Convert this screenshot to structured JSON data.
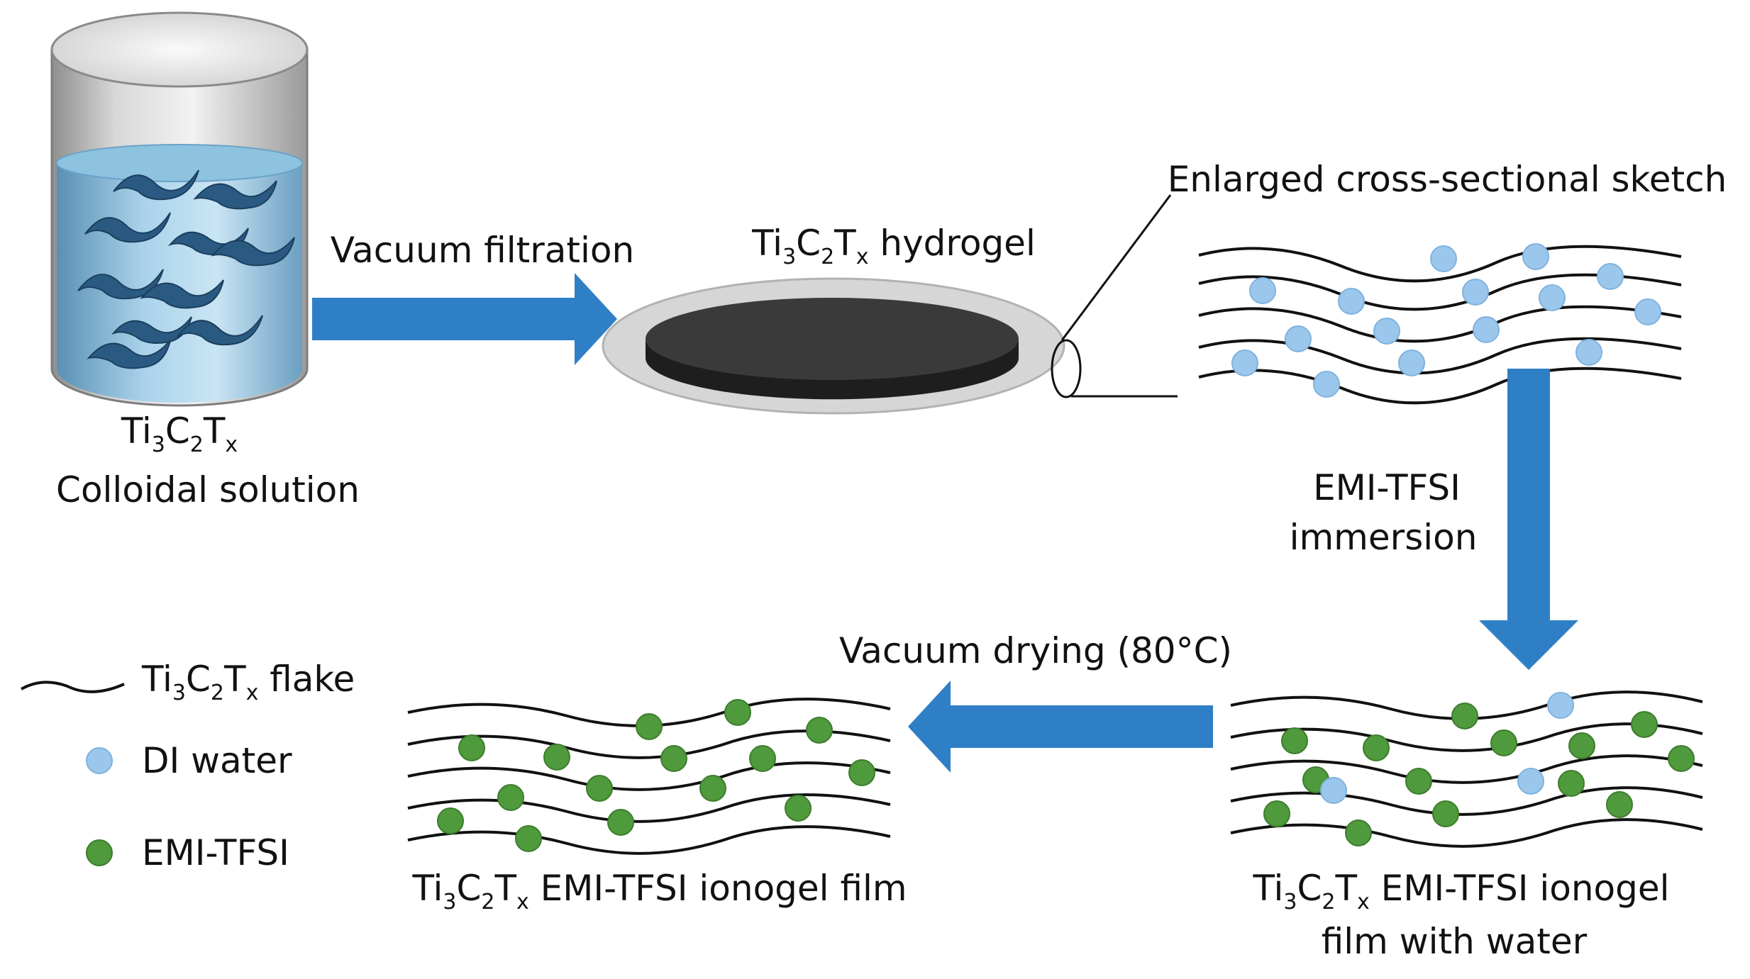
{
  "colors": {
    "arrow_blue": "#2f7fc6",
    "water_blue": "#9cc7ec",
    "emi_green": "#4f9a3c",
    "flake_black": "#111111",
    "hydrogel_dark": "#333333",
    "filter_gray": "#d6d6d6"
  },
  "icons": {
    "beaker": "cylindrical-container-icon",
    "hydrogel": "filter-disc-icon"
  },
  "labels": {
    "colloid_line1": {
      "main1": "Ti",
      "s1": "3",
      "main2": "C",
      "s2": "2",
      "main3": "T",
      "s3": "x"
    },
    "colloid_line2": "Colloidal solution",
    "vacuum_filtration": "Vacuum filtration",
    "hydrogel": {
      "main1": "Ti",
      "s1": "3",
      "main2": "C",
      "s2": "2",
      "main3": "T",
      "s3": "x",
      "rest": " hydrogel"
    },
    "cross_section": "Enlarged cross-sectional sketch",
    "emi_immersion_line1": "EMI-TFSI",
    "emi_immersion_line2": "immersion",
    "with_water_line1": {
      "main1": "Ti",
      "s1": "3",
      "main2": "C",
      "s2": "2",
      "main3": "T",
      "s3": "x",
      "rest": " EMI-TFSI ionogel"
    },
    "with_water_line2": "film with water",
    "vacuum_drying": "Vacuum drying (80°C)",
    "final_film": {
      "main1": "Ti",
      "s1": "3",
      "main2": "C",
      "s2": "2",
      "main3": "T",
      "s3": "x",
      "rest": " EMI-TFSI ionogel film"
    }
  },
  "legend": {
    "flake": {
      "main1": "Ti",
      "s1": "3",
      "main2": "C",
      "s2": "2",
      "main3": "T",
      "s3": "x",
      "rest": " flake"
    },
    "water": "DI water",
    "emi": "EMI-TFSI"
  }
}
